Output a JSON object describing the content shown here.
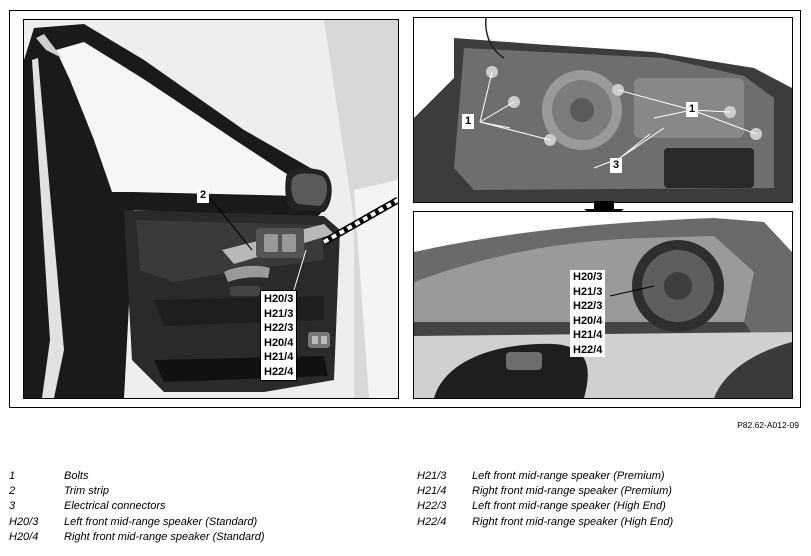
{
  "figure": {
    "callouts": {
      "trim_strip": "2",
      "bolts_left": "1",
      "bolts_right": "1",
      "connectors": "3",
      "left_connector_list": [
        "H20/3",
        "H21/3",
        "H22/3",
        "H20/4",
        "H21/4",
        "H22/4"
      ],
      "speaker_list": [
        "H20/3",
        "H21/3",
        "H22/3",
        "H20/4",
        "H21/4",
        "H22/4"
      ]
    },
    "reference": "P82.62-A012-09"
  },
  "legend": {
    "left": [
      {
        "code": "1",
        "desc": "Bolts"
      },
      {
        "code": "2",
        "desc": "Trim strip"
      },
      {
        "code": "3",
        "desc": "Electrical connectors"
      },
      {
        "code": "H20/3",
        "desc": "Left front mid-range speaker (Standard)"
      },
      {
        "code": "H20/4",
        "desc": "Right front mid-range speaker (Standard)"
      }
    ],
    "right": [
      {
        "code": "H21/3",
        "desc": "Left front mid-range speaker (Premium)"
      },
      {
        "code": "H21/4",
        "desc": "Right front mid-range speaker (Premium)"
      },
      {
        "code": "H22/3",
        "desc": "Left front mid-range speaker (High End)"
      },
      {
        "code": "H22/4",
        "desc": "Right front mid-range speaker (High End)"
      }
    ]
  }
}
